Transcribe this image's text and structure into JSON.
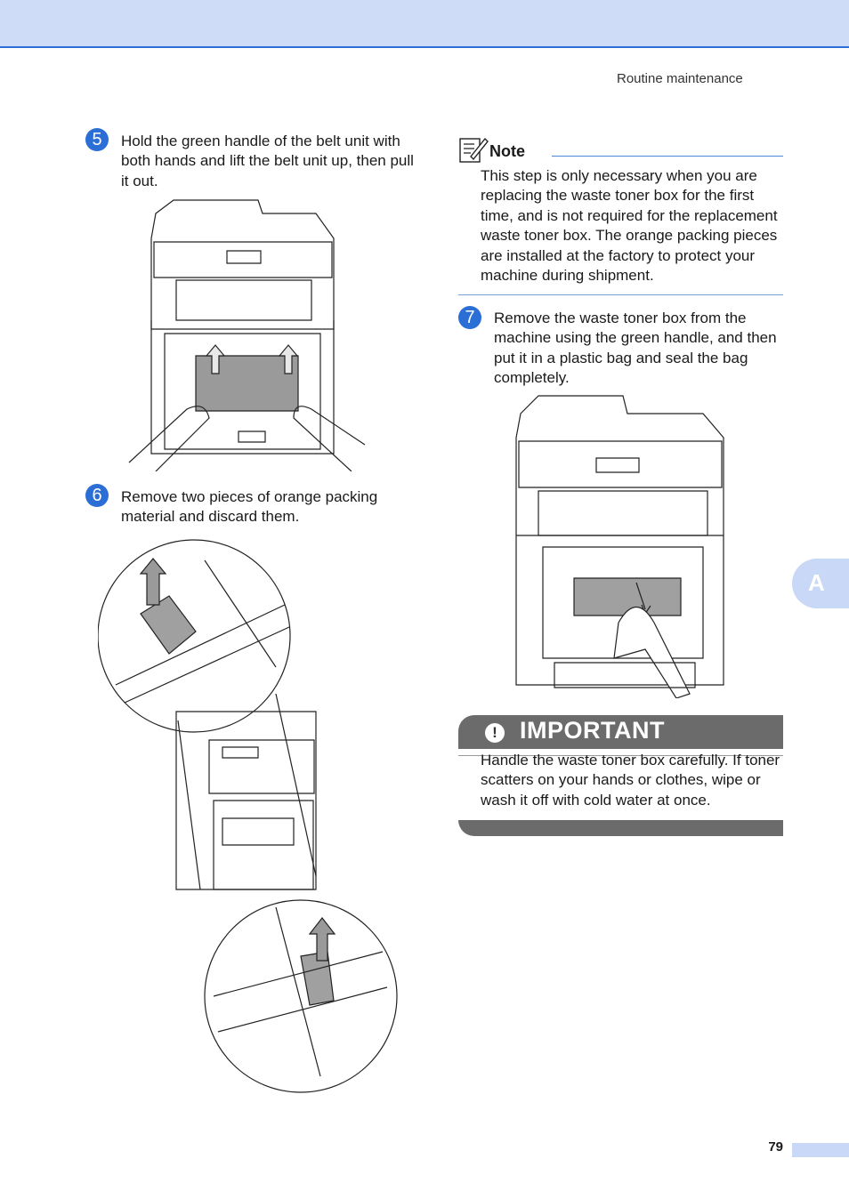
{
  "header": {
    "section": "Routine maintenance"
  },
  "steps": [
    {
      "number": "5",
      "text": "Hold the green handle of the belt unit with both hands and lift the belt unit up, then pull it out."
    },
    {
      "number": "6",
      "text": "Remove two pieces of orange packing material and discard them."
    },
    {
      "number": "7",
      "text": "Remove the waste toner box from the machine using the green handle, and then put it in a plastic bag and seal the bag completely."
    }
  ],
  "note": {
    "title": "Note",
    "text": "This step is only necessary when you are replacing the waste toner box for the first time, and is not required for the replacement waste toner box. The orange packing pieces are installed at the factory to protect your machine during shipment."
  },
  "important": {
    "title": "IMPORTANT",
    "icon_symbol": "!",
    "text": "Handle the waste toner box carefully. If toner scatters on your hands or clothes, wipe or wash it off with cold water at once."
  },
  "side_tab": {
    "letter": "A"
  },
  "footer": {
    "page_number": "79"
  },
  "colors": {
    "accent": "#2b6fd6",
    "band": "#cfdcf8",
    "important_bar": "#6b6b6b"
  },
  "icons": [
    "note-pencil-icon",
    "exclamation-icon"
  ]
}
